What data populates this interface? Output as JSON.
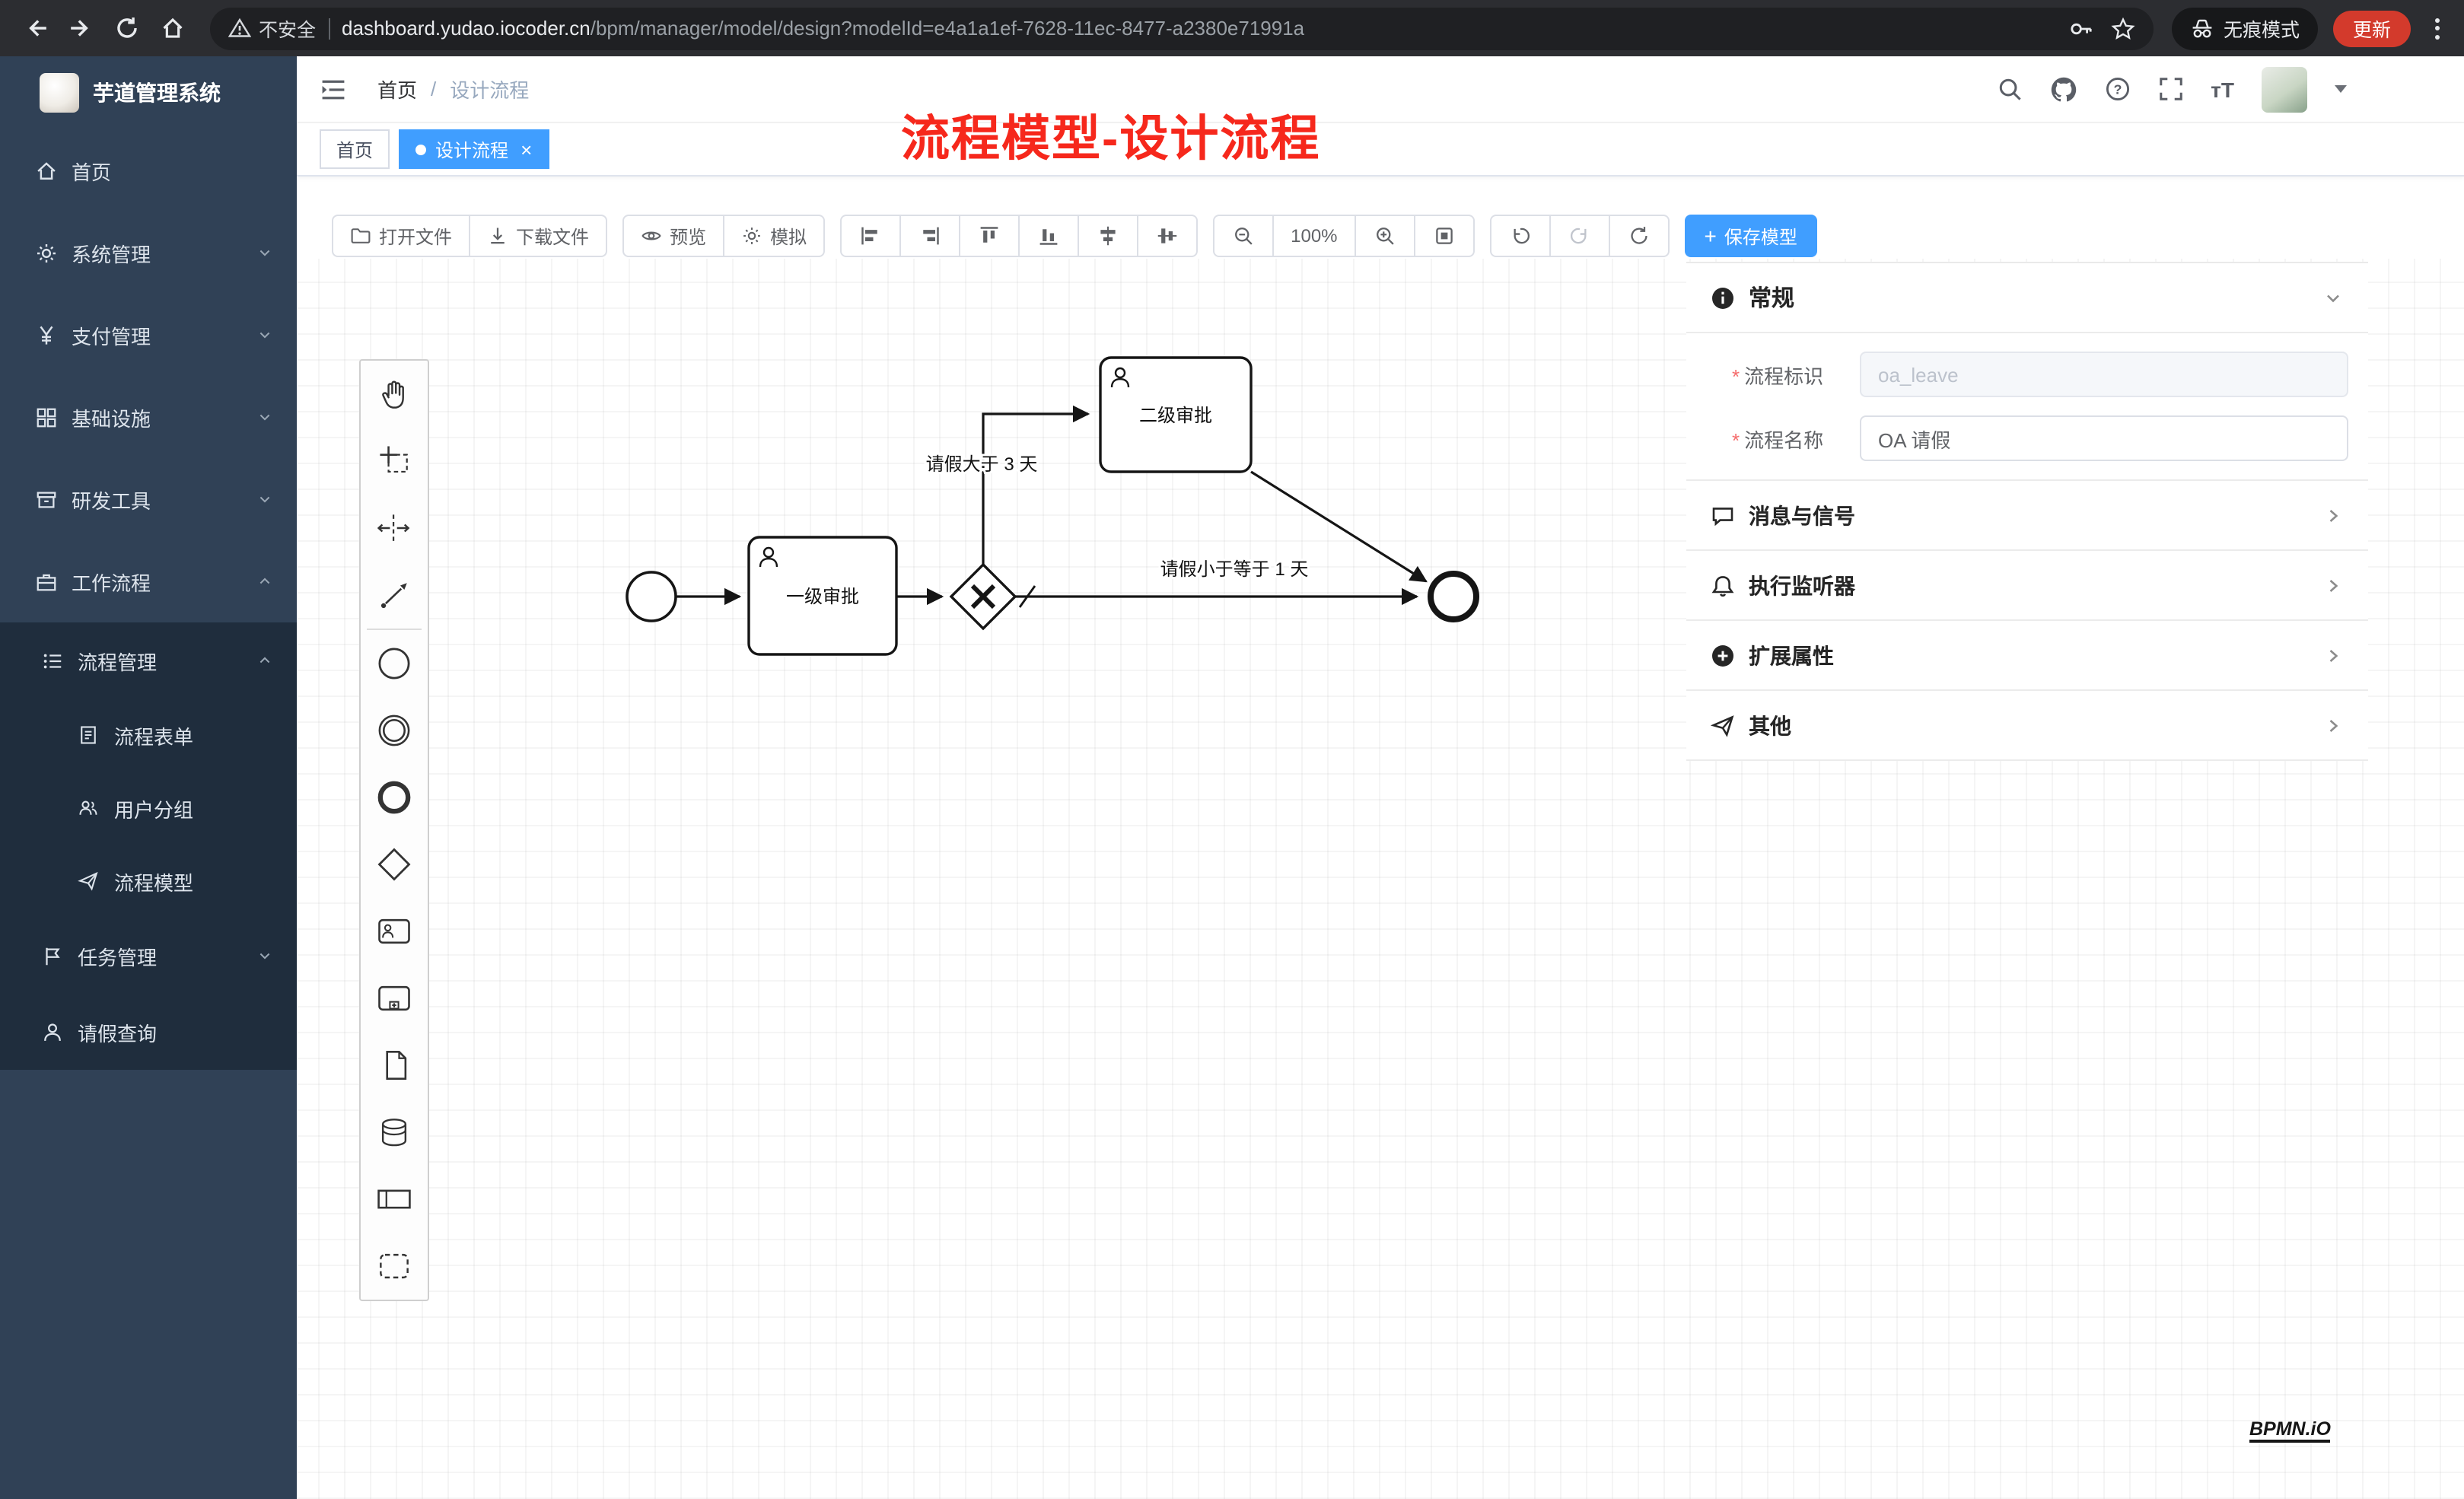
{
  "browser": {
    "security_label": "不安全",
    "url_domain": "dashboard.yudao.iocoder.cn",
    "url_path": "/bpm/manager/model/design?modelId=e4a1a1ef-7628-11ec-8477-a2380e71991a",
    "incognito_label": "无痕模式",
    "update_label": "更新"
  },
  "sidebar": {
    "title": "芋道管理系统",
    "items": [
      {
        "label": "首页"
      },
      {
        "label": "系统管理"
      },
      {
        "label": "支付管理"
      },
      {
        "label": "基础设施"
      },
      {
        "label": "研发工具"
      },
      {
        "label": "工作流程"
      },
      {
        "label": "流程管理"
      },
      {
        "label": "流程表单"
      },
      {
        "label": "用户分组"
      },
      {
        "label": "流程模型"
      },
      {
        "label": "任务管理"
      },
      {
        "label": "请假查询"
      }
    ]
  },
  "header": {
    "breadcrumb": {
      "home": "首页",
      "current": "设计流程"
    }
  },
  "tabs": {
    "home": "首页",
    "active": "设计流程"
  },
  "annotation": {
    "text": "流程模型-设计流程",
    "color": "#f6281c"
  },
  "toolbar": {
    "open": "打开文件",
    "download": "下载文件",
    "preview": "预览",
    "simulate": "模拟",
    "zoom_level": "100%",
    "save": "保存模型"
  },
  "diagram": {
    "nodes": [
      {
        "id": "StartEvent",
        "type": "startEvent",
        "label": ""
      },
      {
        "id": "Task1",
        "type": "userTask",
        "label": "一级审批"
      },
      {
        "id": "Gateway",
        "type": "exclusiveGateway",
        "label": ""
      },
      {
        "id": "Task2",
        "type": "userTask",
        "label": "二级审批"
      },
      {
        "id": "EndEvent",
        "type": "endEvent",
        "label": ""
      }
    ],
    "flows": [
      {
        "from": "StartEvent",
        "to": "Task1",
        "label": ""
      },
      {
        "from": "Task1",
        "to": "Gateway",
        "label": ""
      },
      {
        "from": "Gateway",
        "to": "Task2",
        "label": "请假大于 3 天"
      },
      {
        "from": "Gateway",
        "to": "EndEvent",
        "label": "请假小于等于 1 天",
        "default": true
      },
      {
        "from": "Task2",
        "to": "EndEvent",
        "label": ""
      }
    ]
  },
  "panel": {
    "general_title": "常规",
    "fields": {
      "key_label": "流程标识",
      "key_value": "oa_leave",
      "name_label": "流程名称",
      "name_value": "OA 请假"
    },
    "sections": [
      {
        "title": "消息与信号"
      },
      {
        "title": "执行监听器"
      },
      {
        "title": "扩展属性"
      },
      {
        "title": "其他"
      }
    ]
  },
  "watermark": "BPMN.iO"
}
